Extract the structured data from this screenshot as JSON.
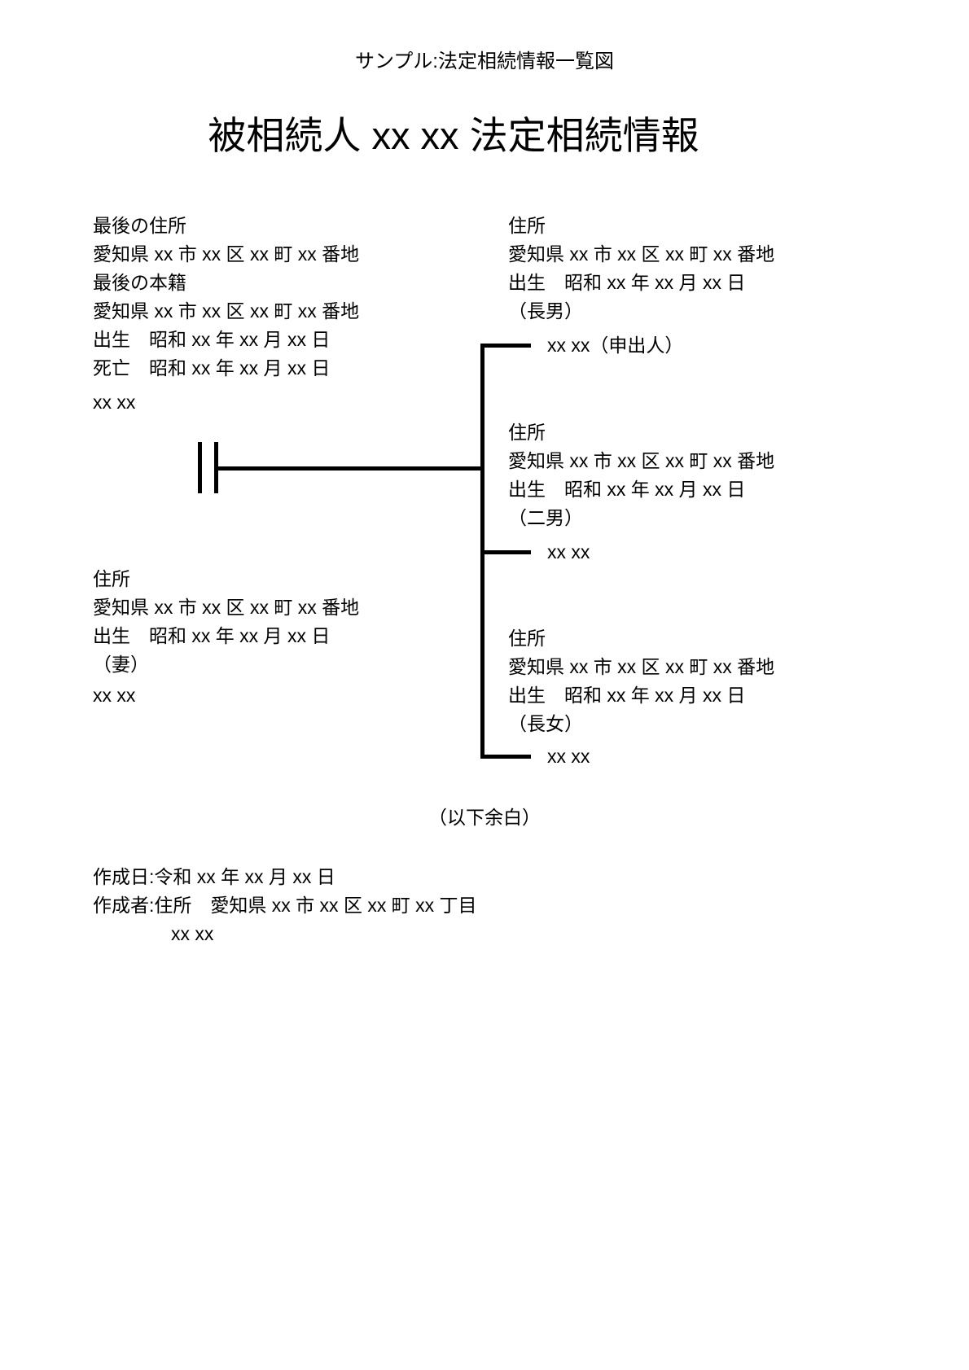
{
  "colors": {
    "background": "#ffffff",
    "text": "#000000",
    "line": "#000000"
  },
  "header": {
    "sample_note": "サンプル:法定相続情報一覧図",
    "title": "被相続人 xx xx 法定相続情報"
  },
  "decedent": {
    "lines": [
      "最後の住所",
      "愛知県 xx 市 xx 区 xx 町 xx 番地",
      "最後の本籍",
      "愛知県 xx 市 xx 区 xx 町 xx 番地",
      "出生　昭和 xx 年 xx 月 xx 日",
      "死亡　昭和 xx 年 xx 月 xx 日"
    ],
    "name": "xx xx"
  },
  "spouse": {
    "lines": [
      "住所",
      "愛知県 xx 市 xx 区 xx 町 xx 番地",
      "出生　昭和 xx 年 xx 月 xx 日",
      "（妻）"
    ],
    "name": "xx xx"
  },
  "children": [
    {
      "lines": [
        "住所",
        "愛知県 xx 市 xx 区 xx 町 xx 番地",
        "出生　昭和 xx 年 xx 月 xx 日",
        "（長男）"
      ],
      "name": "xx xx（申出人）"
    },
    {
      "lines": [
        "住所",
        "愛知県 xx 市 xx 区 xx 町 xx 番地",
        "出生　昭和 xx 年 xx 月 xx 日",
        "（二男）"
      ],
      "name": "xx xx"
    },
    {
      "lines": [
        "住所",
        "愛知県 xx 市 xx 区 xx 町 xx 番地",
        "出生　昭和 xx 年 xx 月 xx 日",
        "（長女）"
      ],
      "name": "xx xx"
    }
  ],
  "footer": {
    "blank_note": "（以下余白）",
    "created_date_line": "作成日:令和 xx 年 xx 月 xx 日",
    "created_by_line": "作成者:住所　愛知県 xx 市 xx 区 xx 町 xx 丁目",
    "created_by_name": "xx xx"
  }
}
